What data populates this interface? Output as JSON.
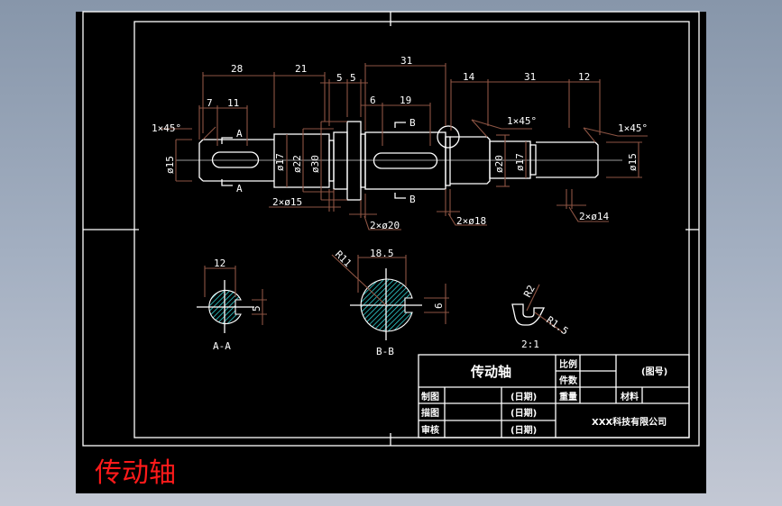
{
  "drawing": {
    "part_name": "传动轴",
    "watermark_title": "传动轴",
    "colors": {
      "background": "#000000",
      "geometry": "#ffffff",
      "dimension": "#8e5544",
      "hatch": "#2fd3d3",
      "title_red": "#ff1a1a",
      "centerline": "#9a9a9a"
    },
    "main_view": {
      "length_dims": {
        "d28": "28",
        "d21": "21",
        "d5a": "5",
        "d5b": "5",
        "d31a": "31",
        "d7": "7",
        "d11": "11",
        "d6": "6",
        "d19": "19",
        "d14": "14",
        "d31b": "31",
        "d12": "12"
      },
      "diameter_dims": {
        "left_end": "ø15",
        "d17": "ø17",
        "d22": "ø22",
        "d30": "ø30",
        "d20": "ø20",
        "d17b": "ø17",
        "right_end": "ø15"
      },
      "chamfers": [
        "1×45°",
        "1×45°",
        "1×45°"
      ],
      "grooves": [
        "2×ø15",
        "2×ø20",
        "2×ø18",
        "2×ø14"
      ],
      "section_marks": {
        "a": "A",
        "b": "B"
      }
    },
    "section_aa": {
      "label": "A-A",
      "width_dim": "12",
      "key_dim": "5"
    },
    "section_bb": {
      "label": "B-B",
      "width_dim": "18.5",
      "radius_dim": "R11",
      "key_dim": "6"
    },
    "detail": {
      "r1": "R2",
      "r2": "R1.5",
      "scale": "2:1"
    }
  },
  "title_block": {
    "name": "传动轴",
    "scale_label": "比例",
    "count_label": "件数",
    "drawing_no": "(图号)",
    "drawn_label": "制图",
    "traced_label": "描图",
    "checked_label": "审核",
    "date_label": "(日期)",
    "weight_label": "重量",
    "material_label": "材料",
    "company": "XXX科技有限公司"
  }
}
